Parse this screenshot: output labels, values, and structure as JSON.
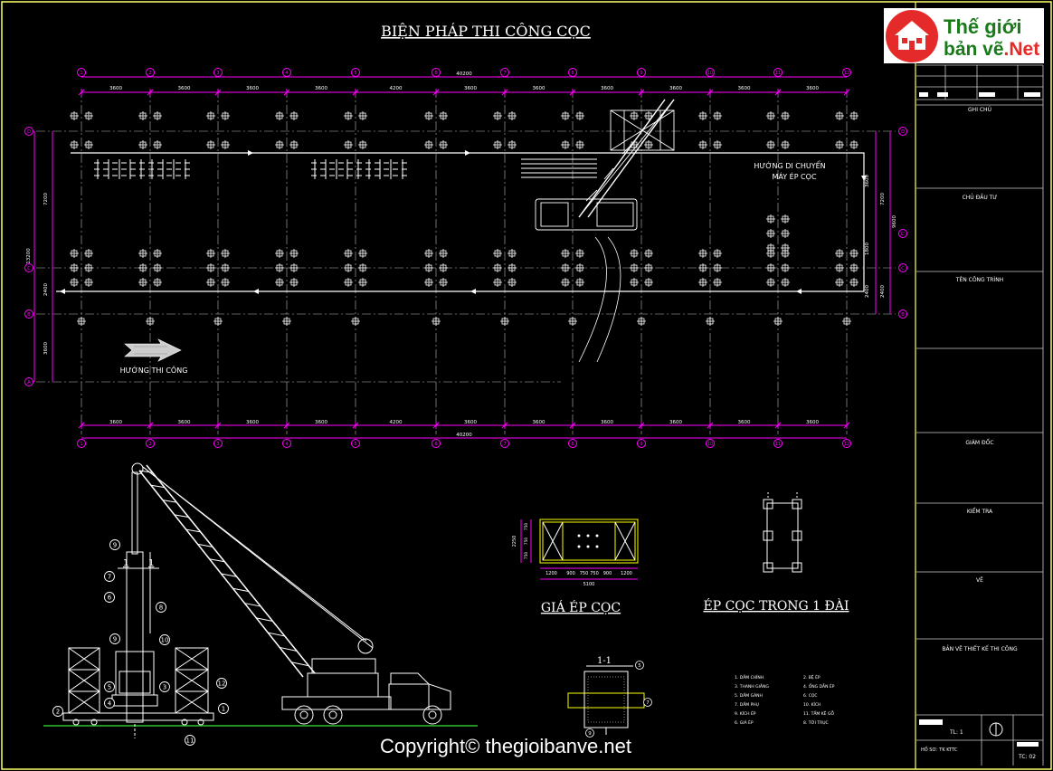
{
  "title": "BIỆN PHÁP THI CÔNG CỌC",
  "logo": {
    "line1": "Thế giới",
    "line2a": "bản vẽ",
    "line2b": ".Net",
    "icon": "house-icon"
  },
  "grid": {
    "axes_x": [
      "1",
      "2",
      "3",
      "4",
      "5",
      "6",
      "7",
      "8",
      "9",
      "10",
      "11",
      "12"
    ],
    "axes_y_top": [
      "D",
      "C'",
      "C",
      "B",
      "A"
    ],
    "axes_y_right": [
      "D",
      "C'",
      "C",
      "B"
    ],
    "spans_top": [
      "3600",
      "3600",
      "3600",
      "3600",
      "4200",
      "3600",
      "3600",
      "3600",
      "3600",
      "3600",
      "3600"
    ],
    "spans_bottom": [
      "3600",
      "3600",
      "3600",
      "3600",
      "4200",
      "3600",
      "3600",
      "3600",
      "3600",
      "3600",
      "3600"
    ],
    "total": "40200",
    "left_dims": [
      "7200",
      "13200",
      "2400",
      "3600"
    ],
    "right_dims": [
      "3600",
      "7200",
      "9600",
      "1800",
      "2400",
      "2400"
    ]
  },
  "labels": {
    "move_direction_1": "HƯỚNG DI CHUYỂN",
    "move_direction_2": "MÁY ÉP CỌC",
    "work_direction": "HƯỚNG THI CÔNG"
  },
  "crane_callouts": [
    "9",
    "7",
    "6",
    "8",
    "9",
    "10",
    "5",
    "4",
    "3",
    "2",
    "12",
    "1",
    "11"
  ],
  "section_mark": "1",
  "frame": {
    "title": "GIÁ ÉP CỌC",
    "height_total": "2250",
    "height_parts": [
      "750",
      "750",
      "750"
    ],
    "widths": [
      "1200",
      "900",
      "750",
      "750",
      "900",
      "1200"
    ],
    "width_total": "5100"
  },
  "cap": {
    "title": "ÉP CỌC TRONG 1 ĐÀI"
  },
  "section": {
    "title": "1-1",
    "callouts": [
      "5",
      "7",
      "9"
    ]
  },
  "legend": {
    "col1": [
      "1. DẦM CHÍNH",
      "3. THANH GIẰNG",
      "5. DẦM GÁNH",
      "7. DẦM PHỤ",
      "9. KÍCH ÉP",
      "6. GIÁ ÉP"
    ],
    "col2": [
      "2. BỆ ÉP",
      "4. ỐNG DẪN ÉP",
      "6. CỌC",
      "10. KÍCH",
      "11. TẤM KÊ GỖ",
      "8. TỜI TRỤC"
    ]
  },
  "title_block": {
    "notes": "GHI CHÚ",
    "owner": "CHỦ ĐẦU TƯ",
    "project": "TÊN CÔNG TRÌNH",
    "director": "GIÁM ĐỐC",
    "check": "KIỂM TRA",
    "drawn": "VẼ",
    "drawing": "BẢN VẼ THIẾT KẾ THI CÔNG",
    "scale": "TL: 1",
    "file": "HỒ SƠ: TK KTTC",
    "sheet": "TC: 02"
  },
  "copyright": "Copyright© thegioibanve.net",
  "colors": {
    "magenta": "#ff00ff",
    "white": "#ffffff",
    "green": "#00ff00",
    "yellow": "#ffff00",
    "bg": "#000000"
  }
}
